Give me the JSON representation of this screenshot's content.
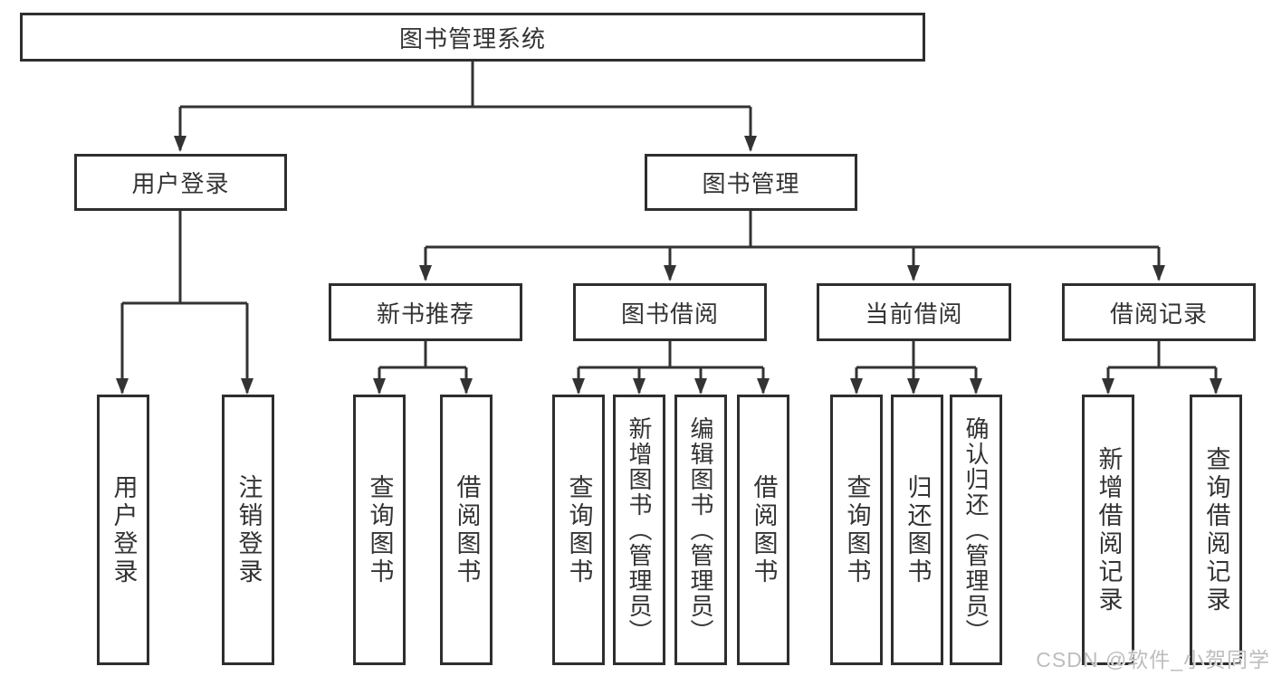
{
  "colors": {
    "line": "#333333",
    "box_border": "#2e2e2e",
    "text": "#333333",
    "watermark_text": "#bdbdbd",
    "background": "#ffffff"
  },
  "tree": {
    "root": {
      "label": "图书管理系统"
    },
    "branches": [
      {
        "label": "用户登录",
        "children": [
          {
            "label": "用户登录"
          },
          {
            "label": "注销登录"
          }
        ]
      },
      {
        "label": "图书管理",
        "groups": [
          {
            "label": "新书推荐",
            "children": [
              {
                "label": "查询图书"
              },
              {
                "label": "借阅图书"
              }
            ]
          },
          {
            "label": "图书借阅",
            "children": [
              {
                "label": "查询图书"
              },
              {
                "label": "新增图书（管理员）"
              },
              {
                "label": "编辑图书（管理员）"
              },
              {
                "label": "借阅图书"
              }
            ]
          },
          {
            "label": "当前借阅",
            "children": [
              {
                "label": "查询图书"
              },
              {
                "label": "归还图书"
              },
              {
                "label": "确认归还（管理员）"
              }
            ]
          },
          {
            "label": "借阅记录",
            "children": [
              {
                "label": "新增借阅记录"
              },
              {
                "label": "查询借阅记录"
              }
            ]
          }
        ]
      }
    ]
  },
  "watermark": {
    "text": "CSDN @软件_小贺同学"
  }
}
